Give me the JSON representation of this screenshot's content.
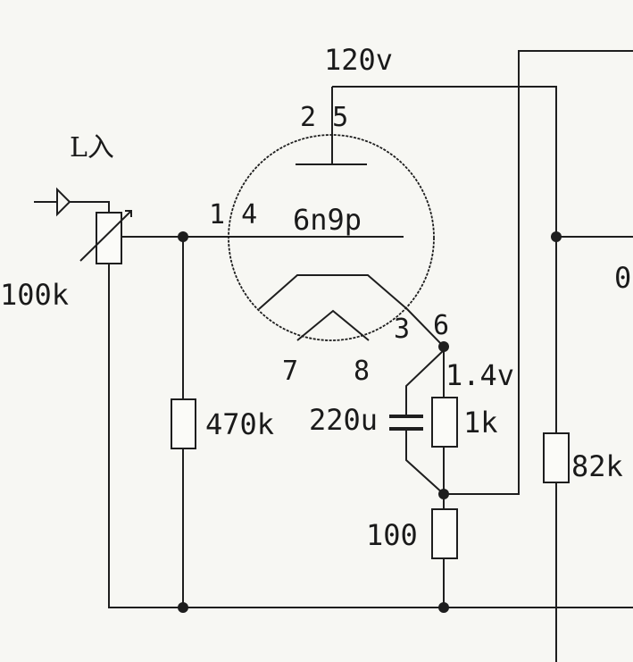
{
  "supply_voltage": "120v",
  "tube": {
    "type": "6n9p",
    "pins": {
      "anode": "2 5",
      "grid": "1 4",
      "cathode_left": "3",
      "cathode_right": "6",
      "heater_a": "7",
      "heater_b": "8"
    }
  },
  "input": {
    "label": "L入",
    "pot": "100k"
  },
  "components": {
    "grid_resistor": "470k",
    "bypass_cap": "220u",
    "cathode_resistor": "1k",
    "cathode_voltage": "1.4v",
    "feedback_resistor": "100",
    "right_resistor": "82k"
  },
  "edge_text": "0"
}
